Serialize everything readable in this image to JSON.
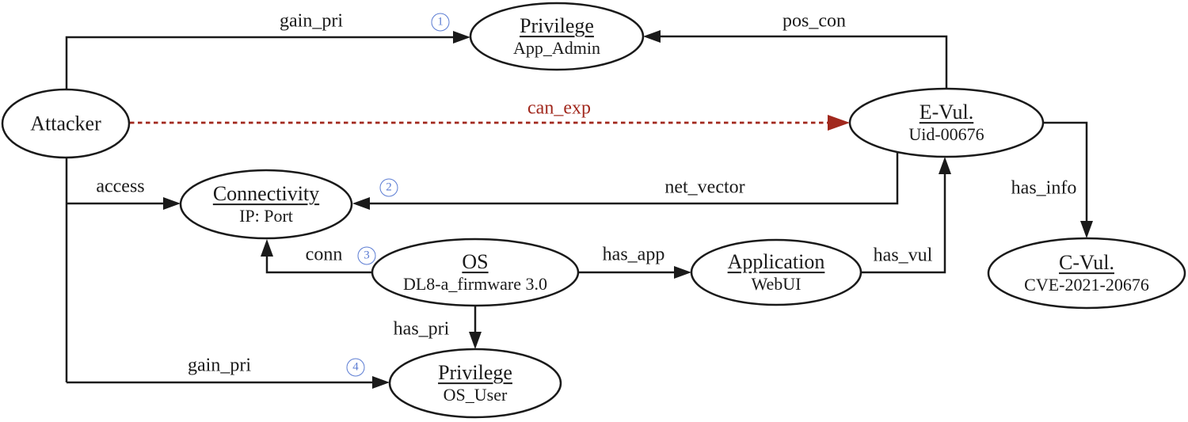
{
  "figure": {
    "kind": "attack-path-graph",
    "colors": {
      "line": "#1a1a1a",
      "exploit_red": "#a1281d",
      "step_blue": "#5b7cd3"
    }
  },
  "nodes": {
    "attacker": {
      "title": "Attacker"
    },
    "privilege_app": {
      "title": "Privilege",
      "subtitle": "App_Admin"
    },
    "e_vul": {
      "title": "E-Vul.",
      "subtitle": "Uid-00676"
    },
    "connectivity": {
      "title": "Connectivity",
      "subtitle": "IP: Port"
    },
    "os": {
      "title": "OS",
      "subtitle": "DL8-a_firmware 3.0"
    },
    "application": {
      "title": "Application",
      "subtitle": "WebUI"
    },
    "c_vul": {
      "title": "C-Vul.",
      "subtitle": "CVE-2021-20676"
    },
    "privilege_os": {
      "title": "Privilege",
      "subtitle": "OS_User"
    }
  },
  "edges": {
    "gain_pri_top": "gain_pri",
    "pos_con": "pos_con",
    "can_exp": "can_exp",
    "access": "access",
    "net_vector": "net_vector",
    "conn": "conn",
    "has_app": "has_app",
    "has_vul": "has_vul",
    "has_info": "has_info",
    "has_pri": "has_pri",
    "gain_pri_bottom": "gain_pri"
  },
  "steps": {
    "s1": "1",
    "s2": "2",
    "s3": "3",
    "s4": "4"
  }
}
